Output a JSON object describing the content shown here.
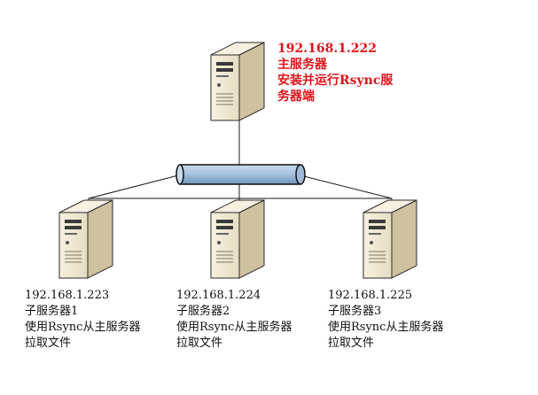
{
  "colors": {
    "line": "#1a1a1a",
    "pipe_light": "#c8dbed",
    "pipe_dark": "#6f94bd",
    "pipe_edge": "#111111",
    "server_front": "#efe6cf",
    "server_side": "#cfc2a0",
    "server_top": "#f6f0e0",
    "server_edge": "#2a2a2a",
    "main_text": "#e0141a"
  },
  "master": {
    "lines": [
      "192.168.1.222",
      "主服务器",
      "安装并运行Rsync服",
      "务器端"
    ],
    "icon": "server-tower-icon"
  },
  "slaves": [
    {
      "lines": [
        "192.168.1.223",
        "子服务器1",
        "使用Rsync从主服务器",
        "拉取文件"
      ],
      "icon": "server-tower-icon"
    },
    {
      "lines": [
        "192.168.1.224",
        "子服务器2",
        "使用Rsync从主服务器",
        "拉取文件"
      ],
      "icon": "server-tower-icon"
    },
    {
      "lines": [
        "192.168.1.225",
        "子服务器3",
        "使用Rsync从主服务器",
        "拉取文件"
      ],
      "icon": "server-tower-icon"
    }
  ]
}
